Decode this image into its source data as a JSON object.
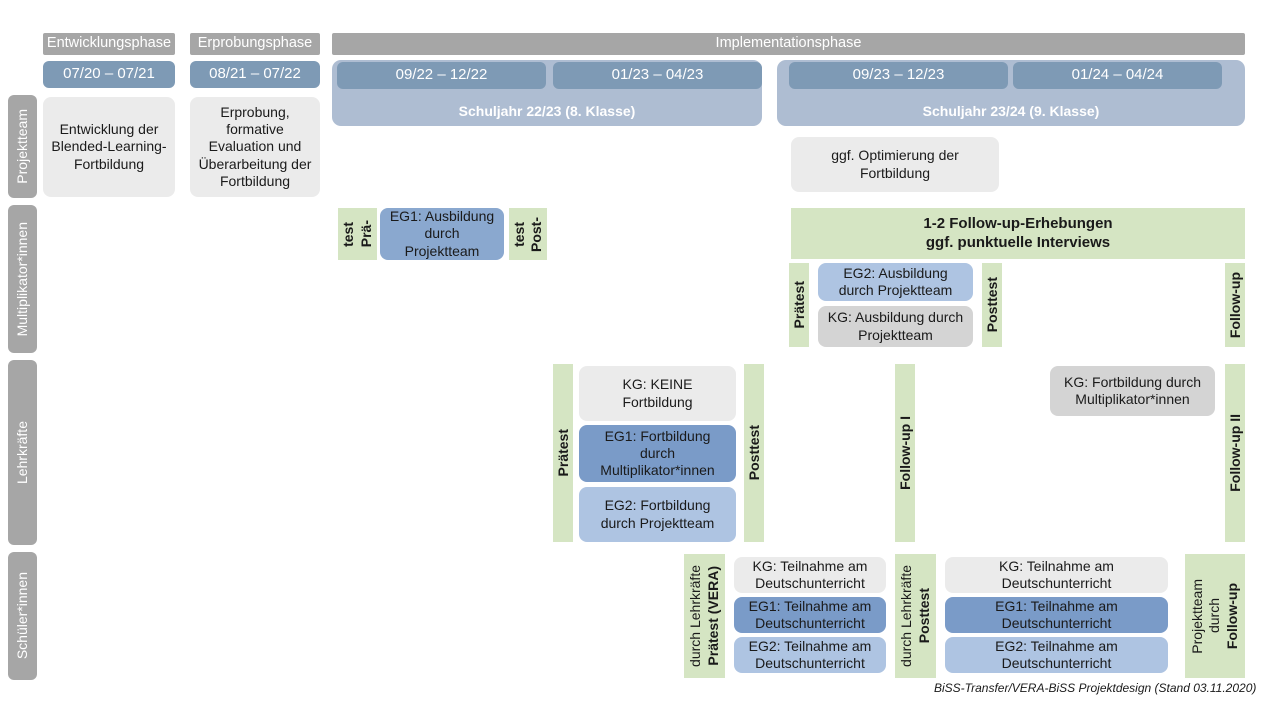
{
  "header": {
    "phases": [
      {
        "label": "Entwicklungsphase"
      },
      {
        "label": "Erprobungsphase"
      },
      {
        "label": "Implementationsphase"
      }
    ],
    "periods": [
      {
        "label": "07/20 – 07/21"
      },
      {
        "label": "08/21 – 07/22"
      },
      {
        "label": "09/22 – 12/22"
      },
      {
        "label": "01/23 – 04/23"
      },
      {
        "label": "09/23 – 12/23"
      },
      {
        "label": "01/24 – 04/24"
      }
    ],
    "school_years": [
      {
        "label": "Schuljahr 22/23 (8. Klasse)"
      },
      {
        "label": "Schuljahr 23/24 (9. Klasse)"
      }
    ]
  },
  "roles": [
    {
      "label": "Projektteam"
    },
    {
      "label": "Multiplikator*innen"
    },
    {
      "label": "Lehrkräfte"
    },
    {
      "label": "Schüler*innen"
    }
  ],
  "projektteam": {
    "entwicklung": "Entwicklung der Blended-Learning-Fortbildung",
    "erprobung": "Erprobung, formative Evaluation und Überarbeitung der Fortbildung",
    "optimierung": "ggf. Optimierung der Fortbildung"
  },
  "multiplikatoren": {
    "praetest_2022_line1": "Prä-",
    "praetest_2022_line2": "test",
    "posttest_2022_line1": "Post-",
    "posttest_2022_line2": "test",
    "eg1_2022": "EG1: Ausbildung durch Projektteam",
    "followup_band_line1": "1-2 Follow-up-Erhebungen",
    "followup_band_line2": "ggf. punktuelle Interviews",
    "praetest_2023": "Prätest",
    "posttest_2023": "Posttest",
    "followup_2023": "Follow-up",
    "eg2_2023": "EG2:  Ausbildung durch Projektteam",
    "kg_2023": "KG: Ausbildung durch Projektteam"
  },
  "lehrkraefte": {
    "praetest": "Prätest",
    "posttest": "Posttest",
    "followup_1": "Follow-up I",
    "followup_2": "Follow-up II",
    "kg_keine": "KG:  KEINE Fortbildung",
    "eg1": "EG1: Fortbildung durch Multiplikator*innen",
    "eg2": "EG2: Fortbildung durch Projektteam",
    "kg_fortbildung": "KG: Fortbildung durch Multiplikator*innen"
  },
  "schueler": {
    "praetest_bold": "Prätest (VERA)",
    "praetest_sub": "durch Lehrkräfte",
    "posttest_bold": "Posttest",
    "posttest_sub": "durch Lehrkräfte",
    "followup_bold": "Follow-up",
    "followup_sub1": "durch",
    "followup_sub2": "Projektteam",
    "kg_1": "KG: Teilnahme am Deutschunterricht",
    "eg1_1": "EG1: Teilnahme am Deutschunterricht",
    "eg2_1": "EG2: Teilnahme am Deutschunterricht",
    "kg_2": "KG: Teilnahme am Deutschunterricht",
    "eg1_2": "EG1: Teilnahme am Deutschunterricht",
    "eg2_2": "EG2: Teilnahme am Deutschunterricht"
  },
  "footer": {
    "text": "BiSS-Transfer/VERA-BiSS Projektdesign (Stand 03.11.2020)"
  },
  "colors": {
    "grey_header": "#a6a6a6",
    "date_chip": "#7e9ab5",
    "year_wrap": "#aebdd2",
    "green": "#d5e5c3",
    "blue_dark": "#7a9bc8",
    "blue_light": "#aec4e2",
    "grey_box": "#ebebeb"
  }
}
